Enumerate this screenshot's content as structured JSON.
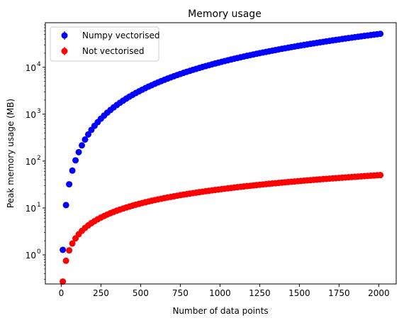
{
  "chart_data": {
    "type": "scatter",
    "title": "Memory usage",
    "xlabel": "Number of data points",
    "ylabel": "Peak memory usage (MB)",
    "yscale": "log",
    "xlim": [
      -100,
      2110
    ],
    "ylim_log10": [
      -0.62,
      4.95
    ],
    "xticks": [
      0,
      250,
      500,
      750,
      1000,
      1250,
      1500,
      1750,
      2000
    ],
    "xtick_labels": [
      "0",
      "250",
      "500",
      "750",
      "1000",
      "1250",
      "1500",
      "1750",
      "2000"
    ],
    "yticks": [
      1,
      10,
      100,
      1000,
      10000
    ],
    "ytick_mantissa": [
      "10",
      "10",
      "10",
      "10",
      "10"
    ],
    "ytick_exponent": [
      "0",
      "1",
      "2",
      "3",
      "4"
    ],
    "grid": false,
    "legend_position": "upper-left",
    "point_spacing": 20,
    "series": [
      {
        "name": "Numpy vectorised",
        "color": "#0000ff",
        "x_start": 10,
        "x_end": 2010,
        "model": "y = 1.28 * (x/10)^2",
        "values_sample": {
          "10": 1.28,
          "30": 11.5,
          "50": 32,
          "100": 128,
          "250": 800,
          "500": 3200,
          "1000": 12800,
          "2010": 51700
        }
      },
      {
        "name": "Not vectorised",
        "color": "#ff0000",
        "x_start": 10,
        "x_end": 2010,
        "first_point": 0.27,
        "model": "y = 0.025 * x",
        "values_sample": {
          "10": 0.27,
          "30": 0.77,
          "50": 1.27,
          "100": 2.5,
          "250": 6.3,
          "500": 12.5,
          "1000": 25,
          "2010": 50.3
        }
      }
    ]
  }
}
